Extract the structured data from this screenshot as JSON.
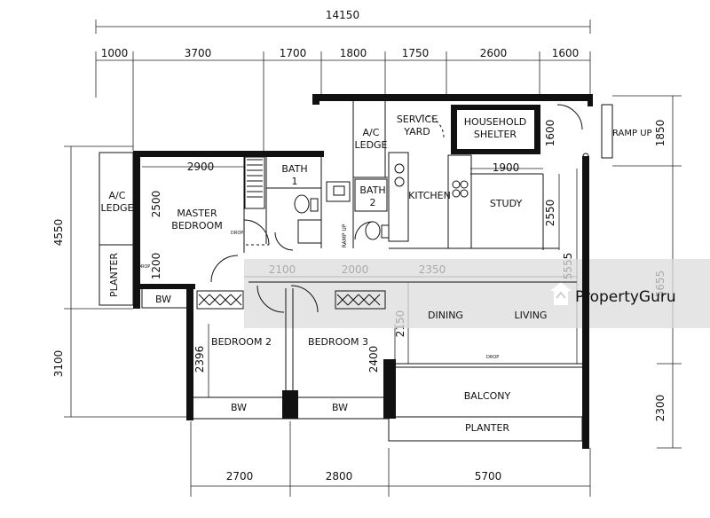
{
  "dimensions": {
    "overall_width": "14150",
    "top": [
      "1000",
      "3700",
      "1700",
      "1800",
      "1750",
      "2600",
      "1600"
    ],
    "bottom": [
      "2700",
      "2800",
      "5700"
    ],
    "left": [
      "4550",
      "3100"
    ],
    "right": [
      "1850",
      "5655",
      "2300"
    ],
    "interior": {
      "master_width": "2900",
      "master_depth": "2500",
      "master_lower": "1200",
      "corridor_a": "2100",
      "corridor_b": "2000",
      "corridor_c": "2350",
      "study_width": "1900",
      "study_depth": "2550",
      "shelter_depth": "1600",
      "living_depth": "5555",
      "dining_depth": "2150",
      "bedroom2_depth": "2396",
      "bedroom3_depth": "2400"
    }
  },
  "rooms": {
    "ac_ledge_left": [
      "A/C",
      "LEDGE"
    ],
    "planter_left": "PLANTER",
    "bw_master": "BW",
    "master_bedroom": [
      "MASTER",
      "BEDROOM"
    ],
    "bath1": [
      "BATH",
      "1"
    ],
    "bath2": [
      "BATH",
      "2"
    ],
    "ac_ledge_top": [
      "A/C",
      "LEDGE"
    ],
    "service_yard": [
      "SERVICE",
      "YARD"
    ],
    "household_shelter": [
      "HOUSEHOLD",
      "SHELTER"
    ],
    "kitchen": "KITCHEN",
    "study": "STUDY",
    "ramp_up": "RAMP UP",
    "ramp_up_bath": "RAMP UP",
    "dining": "DINING",
    "living": "LIVING",
    "bedroom2": "BEDROOM 2",
    "bedroom3": "BEDROOM 3",
    "bw_bed2": "BW",
    "bw_bed3": "BW",
    "balcony": "BALCONY",
    "planter_bottom": "PLANTER",
    "drop": "DROP"
  },
  "watermark": "PropertyGuru"
}
